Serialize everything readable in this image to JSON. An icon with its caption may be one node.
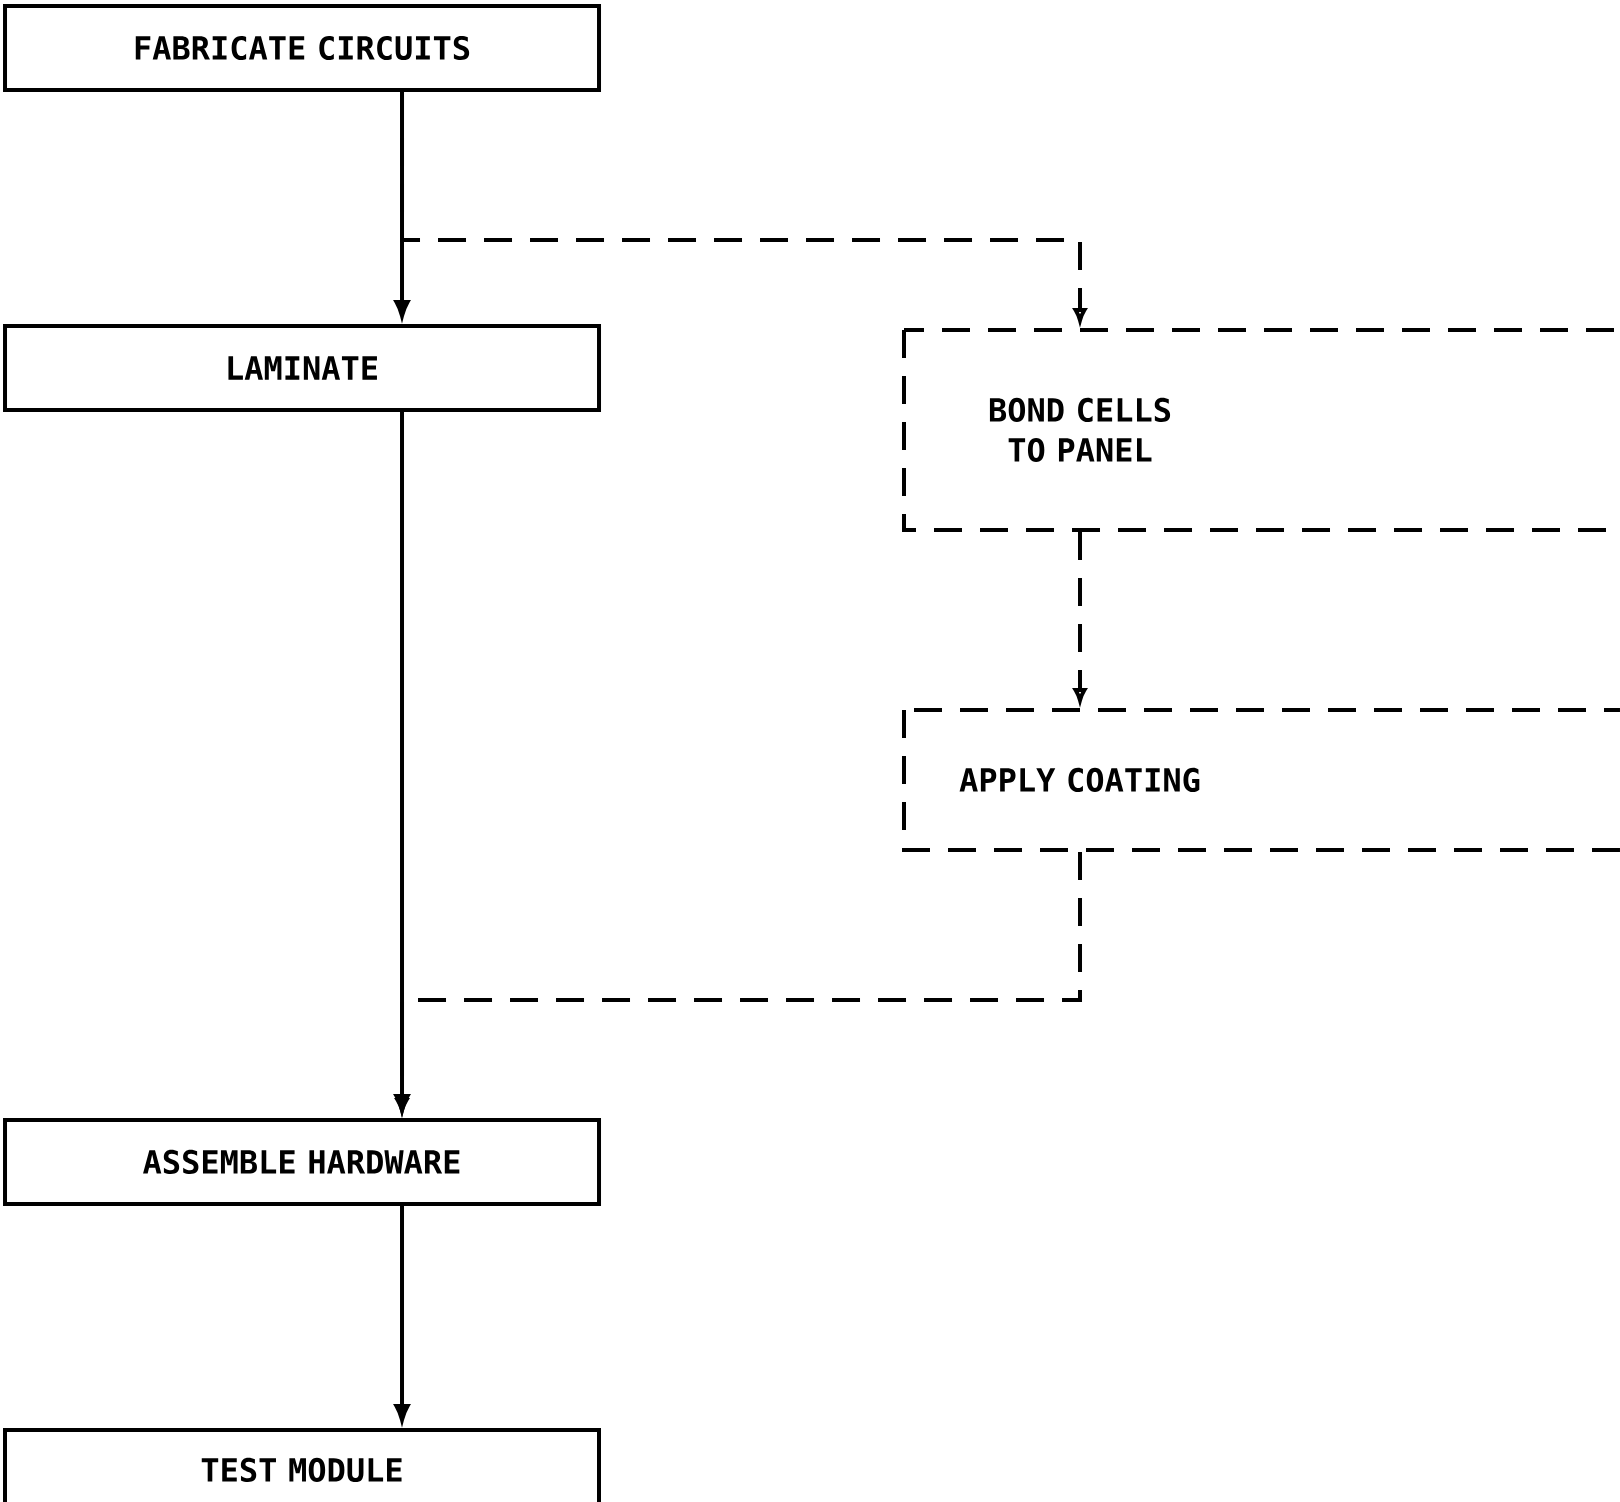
{
  "diagram": {
    "nodes": [
      {
        "text": [
          "FABRICATE CIRCUITS"
        ]
      },
      {
        "text": [
          "LAMINATE"
        ]
      },
      {
        "text": [
          "BOND CELLS TO PANEL"
        ]
      },
      {
        "text": [
          "APPLY COATING"
        ]
      },
      {
        "text": [
          "ASSEMBLE HARDWARE"
        ]
      },
      {
        "text": [
          "TEST MODULE"
        ]
      }
    ],
    "edges": [
      {
        "from": 0,
        "to": 1,
        "arrow": "to"
      },
      {
        "from": 0,
        "to": 2,
        "arrow": "to",
        "style": "dashed"
      },
      {
        "from": 2,
        "to": 3,
        "arrow": "to",
        "style": "dashed"
      },
      {
        "from": 1,
        "to": 4,
        "arrow": "to"
      },
      {
        "from": 3,
        "to": 4,
        "arrow": "to",
        "style": "dashed"
      },
      {
        "from": 4,
        "to": 5,
        "arrow": "to"
      }
    ]
  }
}
